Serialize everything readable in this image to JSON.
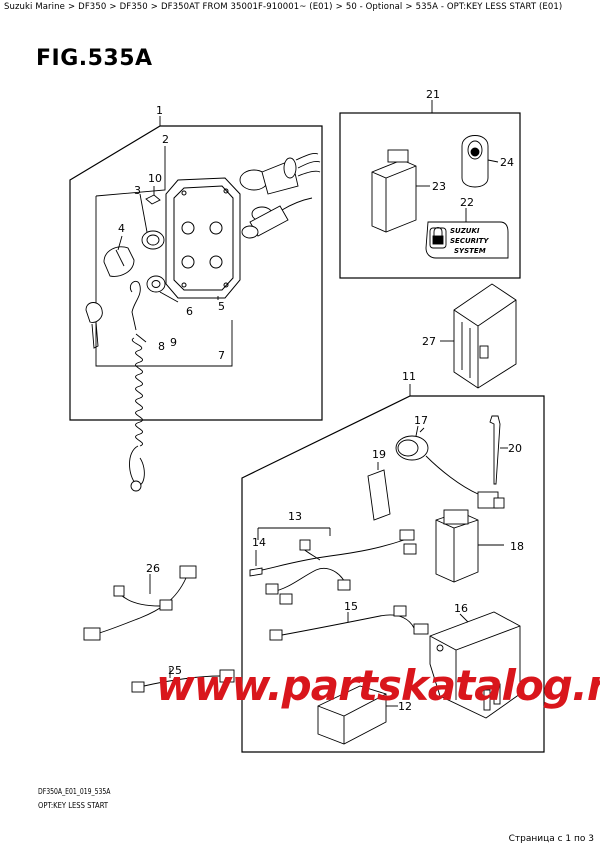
{
  "breadcrumb": {
    "items": [
      "Suzuki Marine",
      "DF350",
      "DF350",
      "DF350AT FROM 35001F-910001~ (E01)",
      "50 - Optional",
      "535A - OPT:KEY LESS START (E01)"
    ],
    "separator": ">"
  },
  "figure": {
    "title": "FIG.535A",
    "code": "DF350A_E01_019_535A",
    "caption": "OPT:KEY LESS START"
  },
  "callouts": [
    "1",
    "2",
    "3",
    "4",
    "5",
    "6",
    "7",
    "8",
    "9",
    "10",
    "11",
    "12",
    "13",
    "14",
    "15",
    "16",
    "17",
    "18",
    "19",
    "20",
    "21",
    "22",
    "23",
    "24",
    "25",
    "26",
    "27"
  ],
  "security_label": {
    "line1": "SUZUKI",
    "line2": "SECURITY",
    "line3": "SYSTEM"
  },
  "watermark": "www.partskatalog.ru",
  "pager": "Страница с 1 по 3",
  "colors": {
    "watermark": "#d9161c",
    "line": "#000000"
  }
}
